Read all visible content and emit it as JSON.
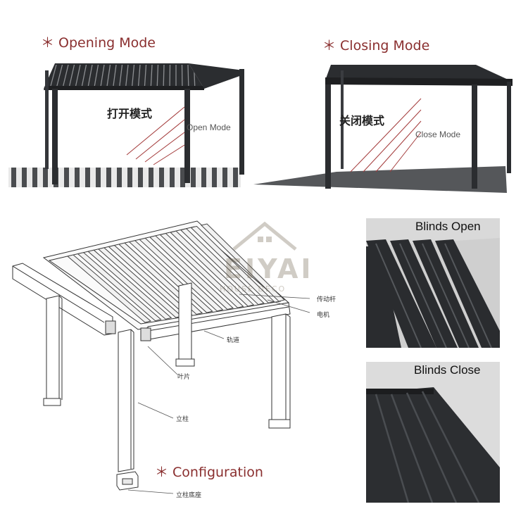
{
  "opening": {
    "title": "＊ Opening Mode",
    "cn_label": "打开模式",
    "en_label": "Open Mode"
  },
  "closing": {
    "title": "＊ Closing Mode",
    "cn_label": "关闭模式",
    "en_label": "Close Mode"
  },
  "configuration": {
    "title": "＊ Configuration",
    "parts": {
      "drive_rod": "传动杆",
      "motor": "电机",
      "track": "轨道",
      "louver": "叶片",
      "column": "立柱",
      "column_base": "立柱底座"
    }
  },
  "blinds_open": {
    "title": "Blinds Open"
  },
  "blinds_close": {
    "title": "Blinds Close"
  },
  "watermark": {
    "brand": "EIYAI",
    "sub": "HOUSE DECO"
  },
  "colors": {
    "accent": "#8a2f2f",
    "frame": "#2b2d30",
    "shadow": "#55575a",
    "leader": "#a33a3a"
  }
}
